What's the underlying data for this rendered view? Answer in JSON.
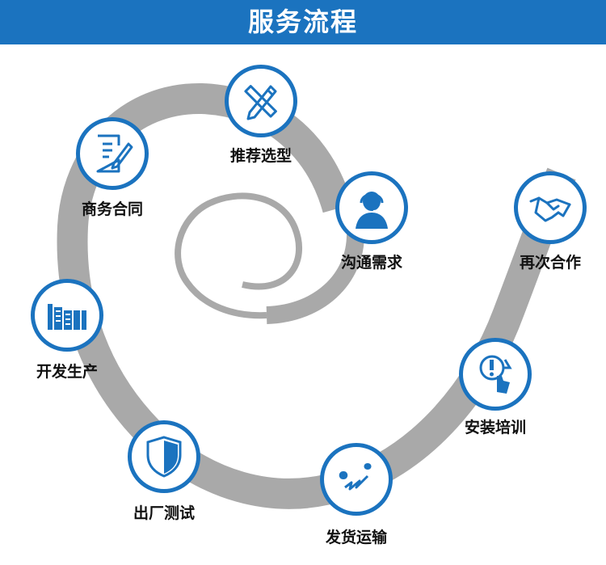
{
  "header": {
    "title": "服务流程"
  },
  "colors": {
    "accent": "#1b73bf",
    "spiral": "#a9a9a9",
    "text": "#111111"
  },
  "steps": [
    {
      "label": "推荐选型",
      "icon": "pencil-ruler-icon"
    },
    {
      "label": "沟通需求",
      "icon": "customer-service-icon"
    },
    {
      "label": "再次合作",
      "icon": "handshake-icon"
    },
    {
      "label": "安装培训",
      "icon": "touch-gesture-icon"
    },
    {
      "label": "发货运输",
      "icon": "route-pin-icon"
    },
    {
      "label": "出厂测试",
      "icon": "shield-icon"
    },
    {
      "label": "开发生产",
      "icon": "factory-building-icon"
    },
    {
      "label": "商务合同",
      "icon": "contract-pen-icon"
    }
  ]
}
